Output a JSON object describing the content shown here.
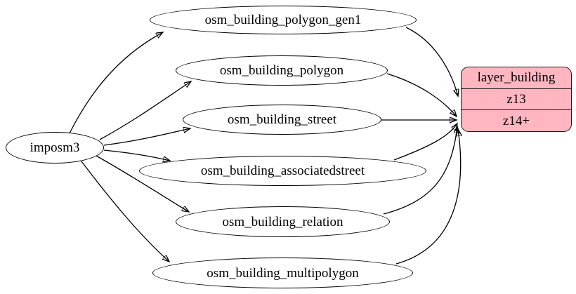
{
  "diagram": {
    "background_color": "#ffffff",
    "edge_color": "#000000",
    "node_border_color": "#000000",
    "node_fill_color": "#ffffff",
    "source_node": {
      "label": "imposm3"
    },
    "table_nodes": [
      {
        "label": "osm_building_polygon_gen1"
      },
      {
        "label": "osm_building_polygon"
      },
      {
        "label": "osm_building_street"
      },
      {
        "label": "osm_building_associatedstreet"
      },
      {
        "label": "osm_building_relation"
      },
      {
        "label": "osm_building_multipolygon"
      }
    ],
    "layer_node": {
      "title": "layer_building",
      "fill_color": "#ffb6c1",
      "zoom_rows": [
        {
          "label": "z13"
        },
        {
          "label": "z14+"
        }
      ]
    },
    "edges": [
      {
        "from": "imposm3",
        "to": "osm_building_polygon_gen1"
      },
      {
        "from": "imposm3",
        "to": "osm_building_polygon"
      },
      {
        "from": "imposm3",
        "to": "osm_building_street"
      },
      {
        "from": "imposm3",
        "to": "osm_building_associatedstreet"
      },
      {
        "from": "imposm3",
        "to": "osm_building_relation"
      },
      {
        "from": "imposm3",
        "to": "osm_building_multipolygon"
      },
      {
        "from": "osm_building_polygon_gen1",
        "to": "layer_building.z13"
      },
      {
        "from": "osm_building_polygon",
        "to": "layer_building.z14+"
      },
      {
        "from": "osm_building_street",
        "to": "layer_building.z14+"
      },
      {
        "from": "osm_building_associatedstreet",
        "to": "layer_building.z14+"
      },
      {
        "from": "osm_building_relation",
        "to": "layer_building.z14+"
      },
      {
        "from": "osm_building_multipolygon",
        "to": "layer_building.z14+"
      }
    ]
  }
}
